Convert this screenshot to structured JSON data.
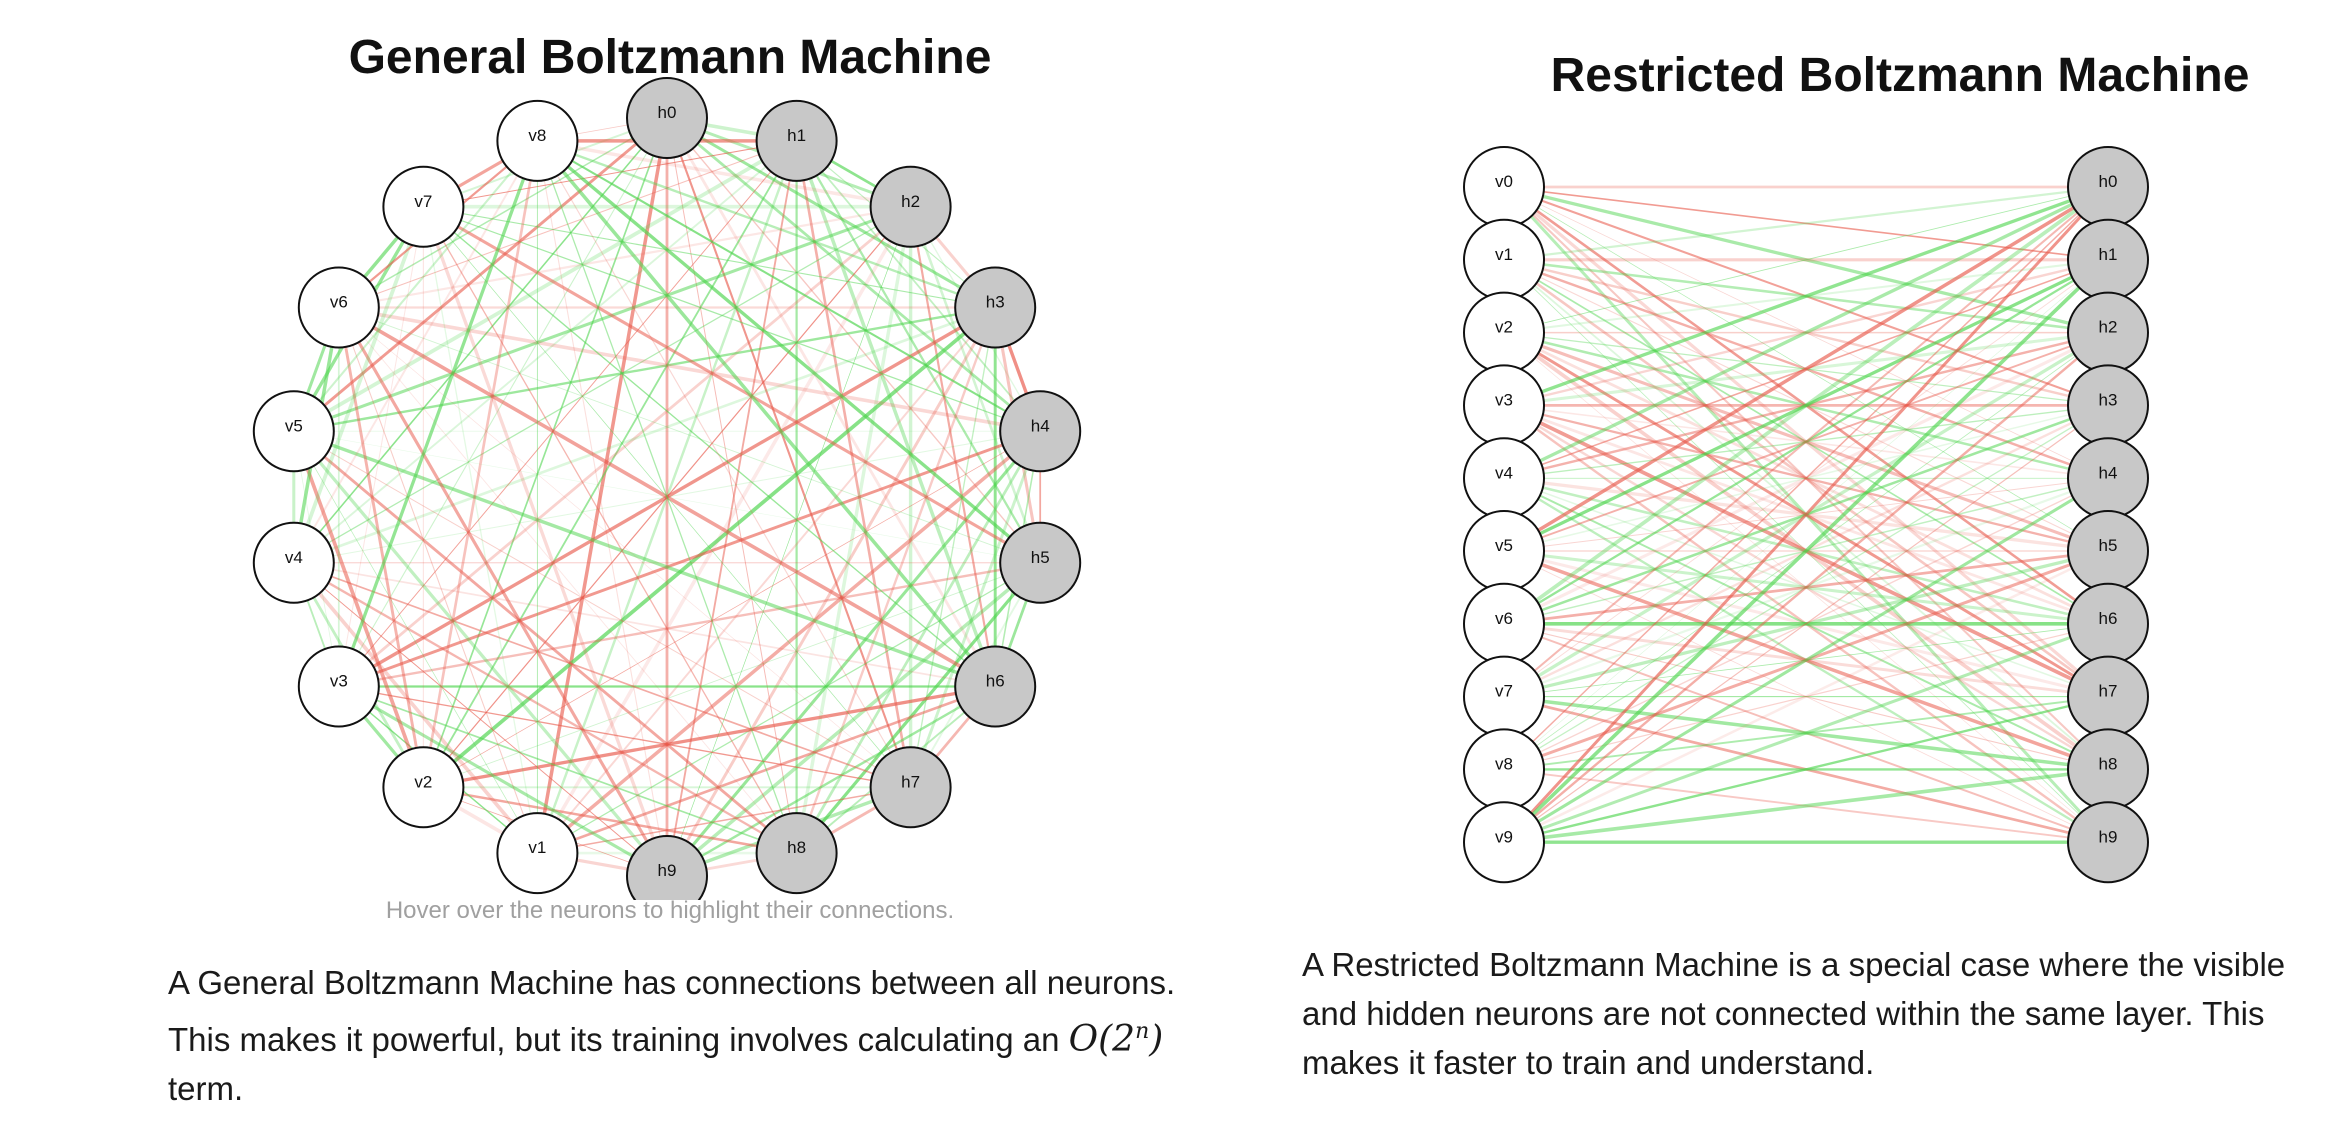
{
  "general": {
    "title": "General Boltzmann Machine",
    "hint": "Hover over the neurons to highlight their connections.",
    "description_part1": "A General Boltzmann Machine has connections between all neurons. This makes it powerful, but its training involves calculating an ",
    "complexity": {
      "func": "O",
      "base": "2",
      "exponent": "n"
    },
    "description_part2": " term.",
    "ring_labels": [
      "h0",
      "h1",
      "h2",
      "h3",
      "h4",
      "h5",
      "h6",
      "h7",
      "h8",
      "h9",
      "v1",
      "v2",
      "v3",
      "v4",
      "v5",
      "v6",
      "v7",
      "v8"
    ],
    "hidden_labels": [
      "h0",
      "h1",
      "h2",
      "h3",
      "h4",
      "h5",
      "h6",
      "h7",
      "h8",
      "h9"
    ]
  },
  "restricted": {
    "title": "Restricted Boltzmann Machine",
    "description": "A Restricted Boltzmann Machine is a special case where the visible and hidden neurons are not connected within the same layer. This makes it faster to train and understand.",
    "visible_labels": [
      "v0",
      "v1",
      "v2",
      "v3",
      "v4",
      "v5",
      "v6",
      "v7",
      "v8",
      "v9"
    ],
    "hidden_labels": [
      "h0",
      "h1",
      "h2",
      "h3",
      "h4",
      "h5",
      "h6",
      "h7",
      "h8",
      "h9"
    ]
  },
  "colors": {
    "visible_fill": "#ffffff",
    "hidden_fill": "#c8c8c8",
    "node_stroke": "#111111",
    "positive_edge": "#4cd44c",
    "negative_edge": "#e8584a"
  }
}
